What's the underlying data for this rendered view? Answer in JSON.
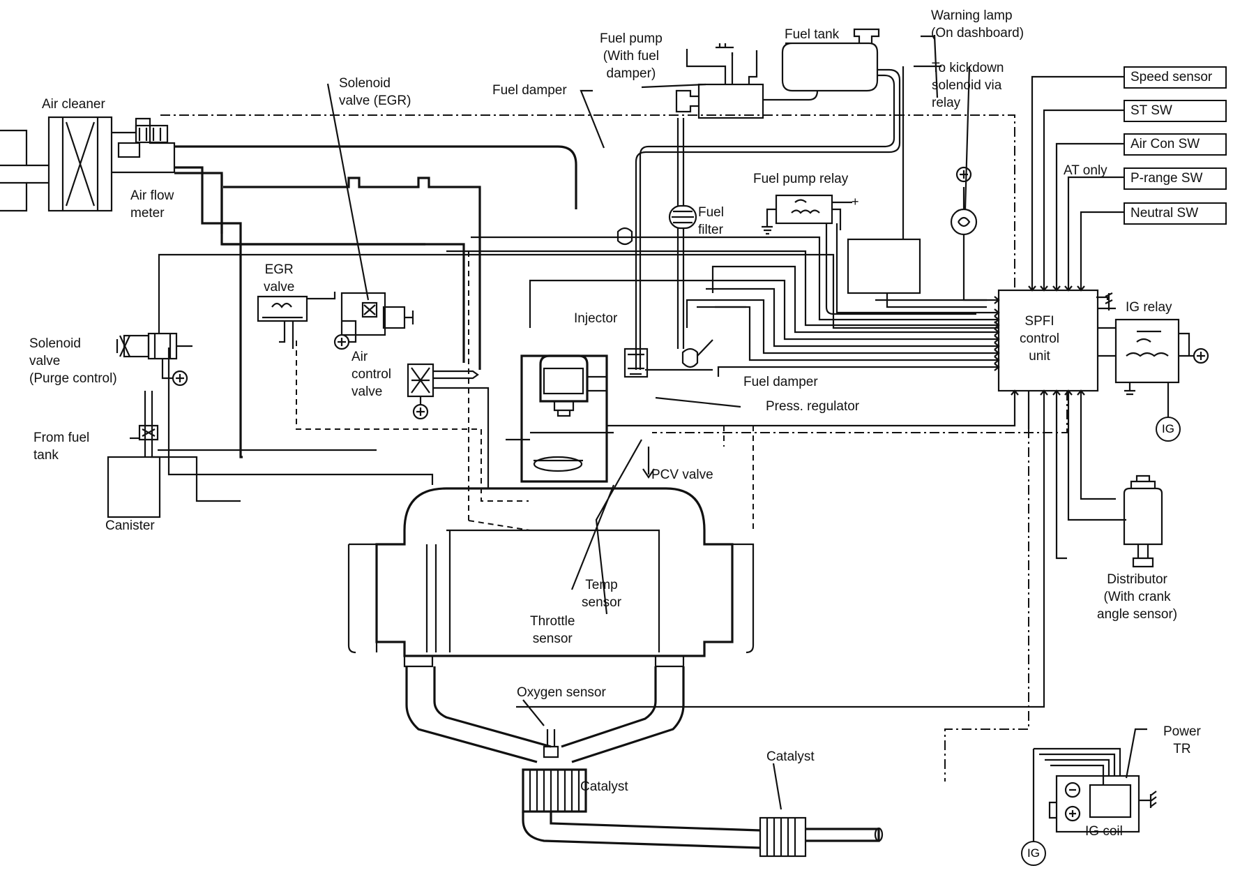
{
  "labels": {
    "air_cleaner": "Air cleaner",
    "air_flow_meter": "Air flow\nmeter",
    "solenoid_egr": "Solenoid\nvalve (EGR)",
    "fuel_pump": "Fuel pump\n(With fuel\ndamper)",
    "fuel_damper_top": "Fuel damper",
    "fuel_tank": "Fuel tank",
    "warning_lamp": "Warning lamp\n(On dashboard)",
    "kickdown": "To kickdown\nsolenoid via\nrelay",
    "fuel_pump_relay": "Fuel pump relay",
    "fuel_filter": "Fuel\nfilter",
    "egr_valve": "EGR\nvalve",
    "injector": "Injector",
    "solenoid_purge": "Solenoid\nvalve\n(Purge control)",
    "air_control_valve": "Air\ncontrol\nvalve",
    "fuel_damper_mid": "Fuel damper",
    "press_regulator": "Press. regulator",
    "from_fuel_tank": "From fuel\ntank",
    "canister": "Canister",
    "pcv_valve": "PCV valve",
    "temp_sensor": "Temp\nsensor",
    "throttle_sensor": "Throttle\nsensor",
    "oxygen_sensor": "Oxygen sensor",
    "catalyst_bottom": "Catalyst",
    "catalyst_right": "Catalyst",
    "spfi_unit": "SPFI\ncontrol\nunit",
    "at_only": "AT only",
    "ig_relay": "IG relay",
    "distributor": "Distributor\n(With crank\nangle sensor)",
    "power_tr": "Power\nTR",
    "ig_coil": "IG coil"
  },
  "sensor_boxes": [
    "Speed sensor",
    "ST SW",
    "Air Con SW",
    "P-range SW",
    "Neutral SW"
  ],
  "ig_badge": "IG",
  "plus_symbol": "+"
}
